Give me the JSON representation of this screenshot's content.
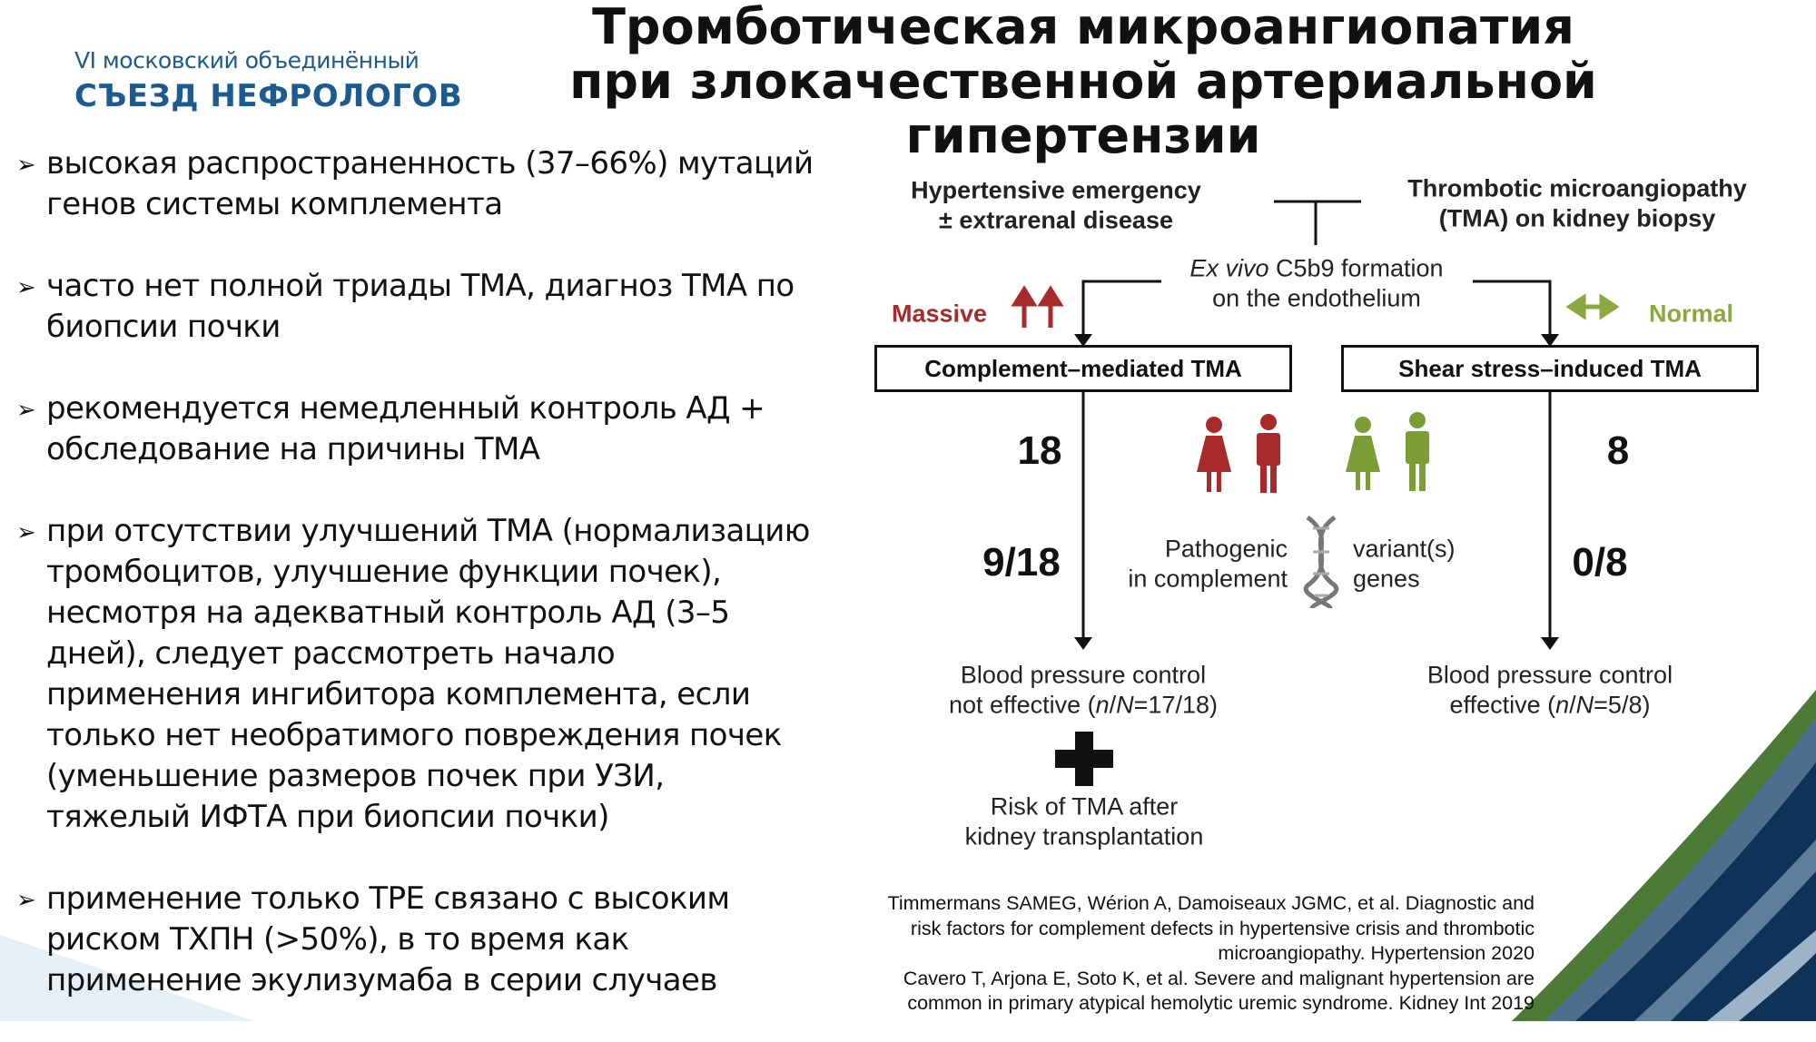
{
  "logo": {
    "line1": "VI московский объединённый",
    "line2": "СЪЕЗД НЕФРОЛОГОВ"
  },
  "title": {
    "lines": [
      "Тромботическая микроангиопатия",
      "при злокачественной артериальной",
      "гипертензии"
    ]
  },
  "bullets": [
    {
      "text": " высокая распространенность (37–66%) мутаций генов системы комплемента"
    },
    {
      "text": " часто нет полной триады ТМА, диагноз ТМА по биопсии почки"
    },
    {
      "text": " рекомендуется немедленный контроль АД + обследование на причины ТМА"
    },
    {
      "text": "при отсутствии улучшений ТМА (нормализацию тромбоцитов, улучшение функции почек), несмотря на адекватный контроль АД (3–5 дней), следует рассмотреть начало применения ингибитора комплемента, если только нет необратимого повреждения почек (уменьшение размеров почек при УЗИ, тяжелый ИФТА при биопсии почки)"
    },
    {
      "text": " применение только ТРЕ связано с высоким риском ТХПН (>50%), в то время как применение экулизумаба в серии случаев"
    }
  ],
  "diagram": {
    "left_top": [
      "Hypertensive emergency",
      "± extrarenal disease"
    ],
    "right_top": [
      "Thrombotic microangiopathy",
      "(TMA) on kidney biopsy"
    ],
    "center_italic": "Ex vivo",
    "center_line1_rest": " C5b9 formation",
    "center_line2": "on the endothelium",
    "massive": "Massive",
    "normal": "Normal",
    "box_left": "Complement–mediated TMA",
    "box_right": "Shear stress–induced TMA",
    "count_left": "18",
    "count_right": "8",
    "variant_left": "9/18",
    "variant_right": "0/8",
    "pathogenic": [
      "Pathogenic",
      "in complement"
    ],
    "variants": [
      "variant(s)",
      "genes"
    ],
    "bp_left": {
      "line1": "Blood pressure  control",
      "line2_pre": "not effective (",
      "n": "n",
      "slash": "/",
      "N": "N",
      "value": "=17/18)"
    },
    "bp_right": {
      "line1": "Blood pressure  control",
      "line2_pre": "effective (",
      "n": "n",
      "slash": "/",
      "N": "N",
      "value": "=5/8)"
    },
    "risk": [
      "Risk of TMA after",
      "kidney transplantation"
    ],
    "colors": {
      "red": "#a82a2a",
      "green": "#7a9e35",
      "navy": "#0f3358"
    }
  },
  "citations": [
    "Timmermans SAMEG, Wérion A, Damoiseaux JGMC, et al. Diagnostic and",
    "risk factors for complement defects in hypertensive crisis and thrombotic",
    "microangiopathy. Hypertension 2020",
    "Cavero T, Arjona E, Soto K, et al. Severe and malignant hypertension are",
    "common in primary atypical hemolytic uremic syndrome. Kidney Int 2019"
  ]
}
